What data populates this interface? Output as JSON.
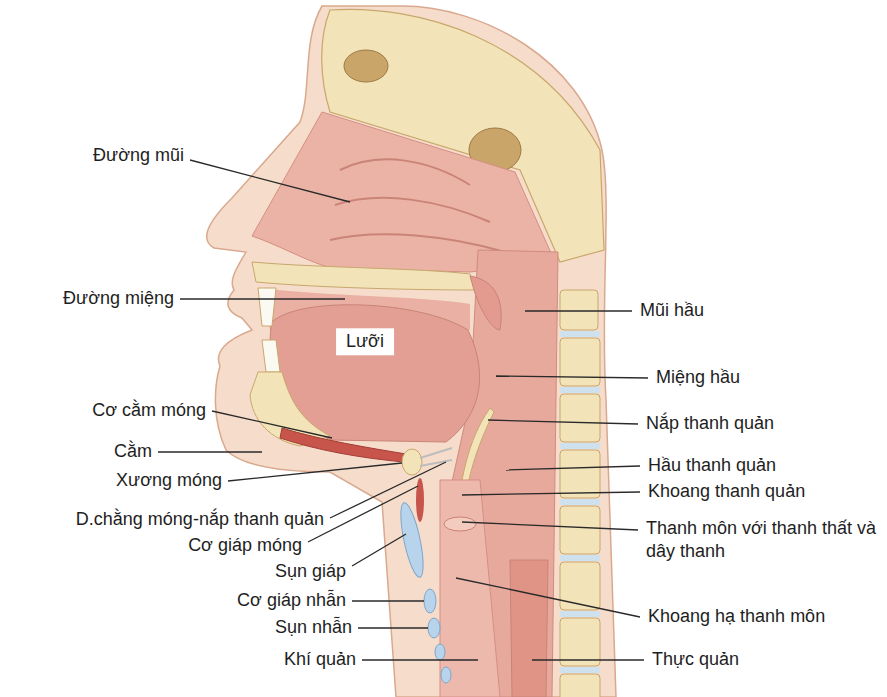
{
  "diagram": {
    "labels": [
      "Đường mũi",
      "Đường miệng",
      "Lưỡi",
      "Cơ cằm móng",
      "Cằm",
      "Xương móng",
      "D.chằng móng-nắp thanh quản",
      "Cơ giáp móng",
      "Sụn giáp",
      "Cơ giáp nhẫn",
      "Sụn nhẫn",
      "Khí quản",
      "Mũi hầu",
      "Miệng hầu",
      "Nắp thanh quản",
      "Hầu thanh quản",
      "Khoang thanh quản",
      "Thanh môn với thanh thất và dây thanh",
      "Khoang hạ thanh môn",
      "Thực quản"
    ]
  }
}
